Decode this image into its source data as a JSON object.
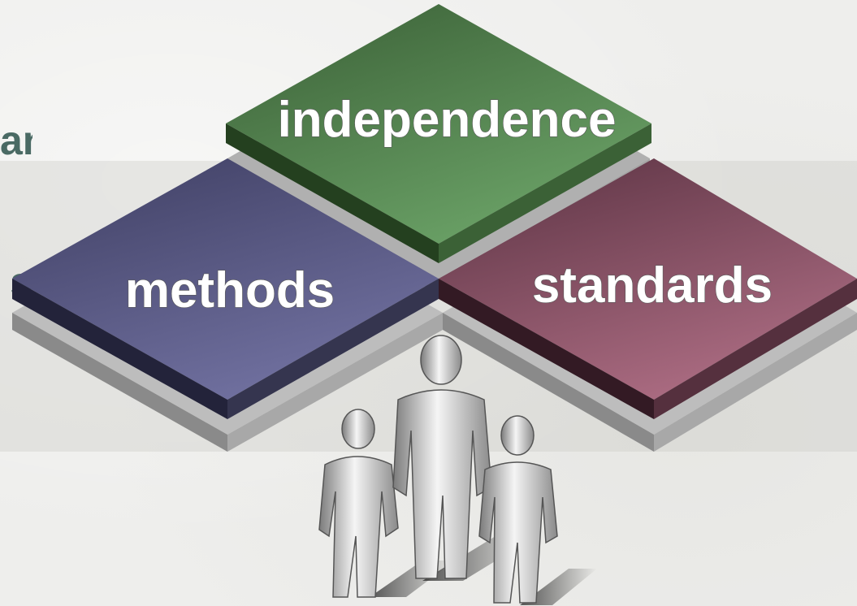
{
  "title_fragment": {
    "line1": "an",
    "line2": "s"
  },
  "tiles": {
    "top": {
      "label": "independence",
      "color": "#5b8f58"
    },
    "left": {
      "label": "methods",
      "color": "#5a5a86"
    },
    "right": {
      "label": "standards",
      "color": "#8e5366"
    }
  },
  "colors": {
    "title_text": "#4a6a64",
    "background": "#eeeeec"
  },
  "icons": [
    "people-group-icon"
  ]
}
